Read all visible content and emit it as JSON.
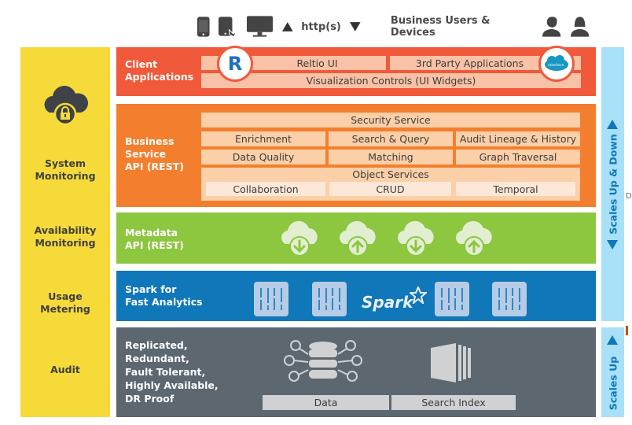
{
  "header": {
    "devices": [
      "mobile-phone-icon",
      "tablet-touch-icon",
      "desktop-monitor-icon"
    ],
    "protocol_label": "http(s)",
    "users_label": "Business Users & Devices",
    "users_icons": [
      "male-user-icon",
      "female-user-icon"
    ]
  },
  "sidebar": {
    "icon": "cloud-lock-icon",
    "items": [
      {
        "label_line1": "System",
        "label_line2": "Monitoring"
      },
      {
        "label_line1": "Availability",
        "label_line2": "Monitoring"
      },
      {
        "label_line1": "Usage",
        "label_line2": "Metering"
      },
      {
        "label_line1": "Audit",
        "label_line2": ""
      }
    ]
  },
  "layers": {
    "client": {
      "title_line1": "Client",
      "title_line2": "Applications",
      "boxes": {
        "reltio_ui": "Reltio UI",
        "third_party": "3rd Party Applications",
        "visualization": "Visualization Controls (UI Widgets)"
      },
      "logos": {
        "left": "R",
        "right": "salesforce"
      },
      "color": "#f05a3a"
    },
    "business": {
      "title_line1": "Business",
      "title_line2": "Service",
      "title_line3": "API (REST)",
      "security": "Security Service",
      "grid": [
        [
          "Enrichment",
          "Search & Query",
          "Audit Lineage & History"
        ],
        [
          "Data Quality",
          "Matching",
          "Graph Traversal"
        ]
      ],
      "object_services": {
        "label": "Object Services",
        "items": [
          "Collaboration",
          "CRUD",
          "Temporal"
        ]
      },
      "color": "#f37f2e"
    },
    "metadata": {
      "title_line1": "Metadata",
      "title_line2": "API (REST)",
      "icons": [
        "cloud-download-icon",
        "cloud-upload-icon",
        "cloud-download-icon",
        "cloud-upload-icon"
      ],
      "color": "#8dc63f"
    },
    "spark": {
      "title_line1": "Spark for",
      "title_line2": "Fast Analytics",
      "logo": "Spark",
      "color": "#1077b9"
    },
    "storage": {
      "title_lines": [
        "Replicated,",
        "Redundant,",
        "Fault Tolerant,",
        "Highly Available,",
        "DR Proof"
      ],
      "data_label": "Data",
      "search_index_label": "Search Index",
      "color": "#5c6770"
    }
  },
  "scales": {
    "upper": "Scales Up & Down",
    "lower": "Scales Up",
    "stray_chars": [
      "D",
      "I"
    ]
  }
}
